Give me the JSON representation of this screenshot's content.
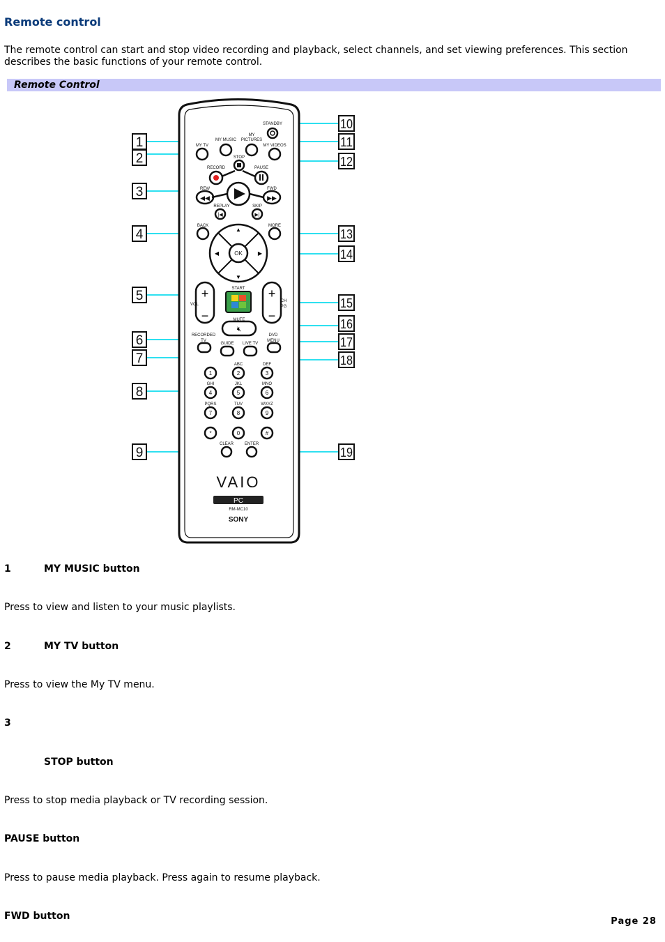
{
  "page_title": "Remote control",
  "intro": "The remote control can start and stop video recording and playback, select channels, and set viewing preferences. This section describes the basic functions of your remote control.",
  "figure_caption": "Remote Control",
  "remote": {
    "labels": {
      "standby": "STANDBY",
      "my_music": "MY MUSIC",
      "my": "MY",
      "pictures": "PICTURES",
      "my_tv": "MY TV",
      "stop": "STOP",
      "my_videos": "MY VIDEOS",
      "record": "RECORD",
      "pause": "PAUSE",
      "rew": "REW",
      "fwd": "FWD",
      "replay": "REPLAY",
      "skip": "SKIP",
      "back": "BACK",
      "more": "MORE",
      "ok": "OK",
      "start": "START",
      "vol": "VOL",
      "ch": "CH",
      "pg": "PG",
      "mute": "MUTE",
      "recorded": "RECORDED",
      "tv": "TV",
      "guide": "GUIDE",
      "live_tv": "LIVE TV",
      "dvd": "DVD",
      "menu": "MENU",
      "clear": "CLEAR",
      "enter": "ENTER",
      "brand": "VAIO",
      "pc": "PC",
      "model": "RM-MC10",
      "maker": "SONY"
    },
    "keypad": [
      {
        "digit": "1",
        "letters": ""
      },
      {
        "digit": "2",
        "letters": "ABC"
      },
      {
        "digit": "3",
        "letters": "DEF"
      },
      {
        "digit": "4",
        "letters": "GHI"
      },
      {
        "digit": "5",
        "letters": "JKL"
      },
      {
        "digit": "6",
        "letters": "MNO"
      },
      {
        "digit": "7",
        "letters": "PQRS"
      },
      {
        "digit": "8",
        "letters": "TUV"
      },
      {
        "digit": "9",
        "letters": "WXYZ"
      },
      {
        "digit": "*",
        "letters": ""
      },
      {
        "digit": "0",
        "letters": ""
      },
      {
        "digit": "#",
        "letters": ""
      }
    ],
    "callouts_left": [
      "1",
      "2",
      "3",
      "4",
      "5",
      "6",
      "7",
      "8",
      "9"
    ],
    "callouts_right": [
      "10",
      "11",
      "12",
      "13",
      "14",
      "15",
      "16",
      "17",
      "18",
      "19"
    ],
    "callout_color": "#2ee0f0"
  },
  "entries": [
    {
      "num": "1",
      "label": "MY MUSIC button",
      "desc": "Press to view and listen to your music playlists."
    },
    {
      "num": "2",
      "label": "MY TV button",
      "desc": "Press to view the My TV menu."
    },
    {
      "num": "3",
      "label": "",
      "desc": ""
    }
  ],
  "subentries": [
    {
      "label": "STOP button",
      "desc": "Press to stop media playback or TV recording session."
    },
    {
      "label": "PAUSE button",
      "desc": "Press to pause media playback. Press again to resume playback."
    },
    {
      "label": "FWD button",
      "desc": ""
    }
  ],
  "page_number": "Page 28"
}
